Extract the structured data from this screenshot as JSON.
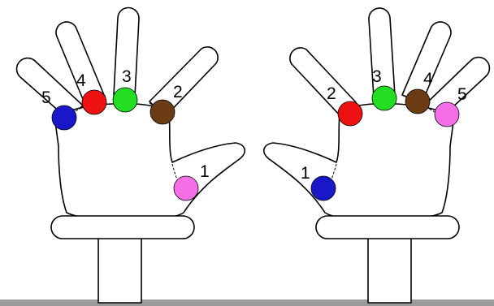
{
  "hands": [
    {
      "side": "left",
      "fingers": [
        {
          "number": "5",
          "color": "#1818c8"
        },
        {
          "number": "4",
          "color": "#ee1111"
        },
        {
          "number": "3",
          "color": "#22dd22"
        },
        {
          "number": "2",
          "color": "#6b3b14"
        },
        {
          "number": "1",
          "color": "#f46ee8"
        }
      ]
    },
    {
      "side": "right",
      "fingers": [
        {
          "number": "1",
          "color": "#1818c8"
        },
        {
          "number": "2",
          "color": "#ee1111"
        },
        {
          "number": "3",
          "color": "#22dd22"
        },
        {
          "number": "4",
          "color": "#6b3b14"
        },
        {
          "number": "5",
          "color": "#f46ee8"
        }
      ]
    }
  ],
  "colors": {
    "floor": "#9a9a9a",
    "outline": "#000000",
    "background": "#ffffff"
  }
}
